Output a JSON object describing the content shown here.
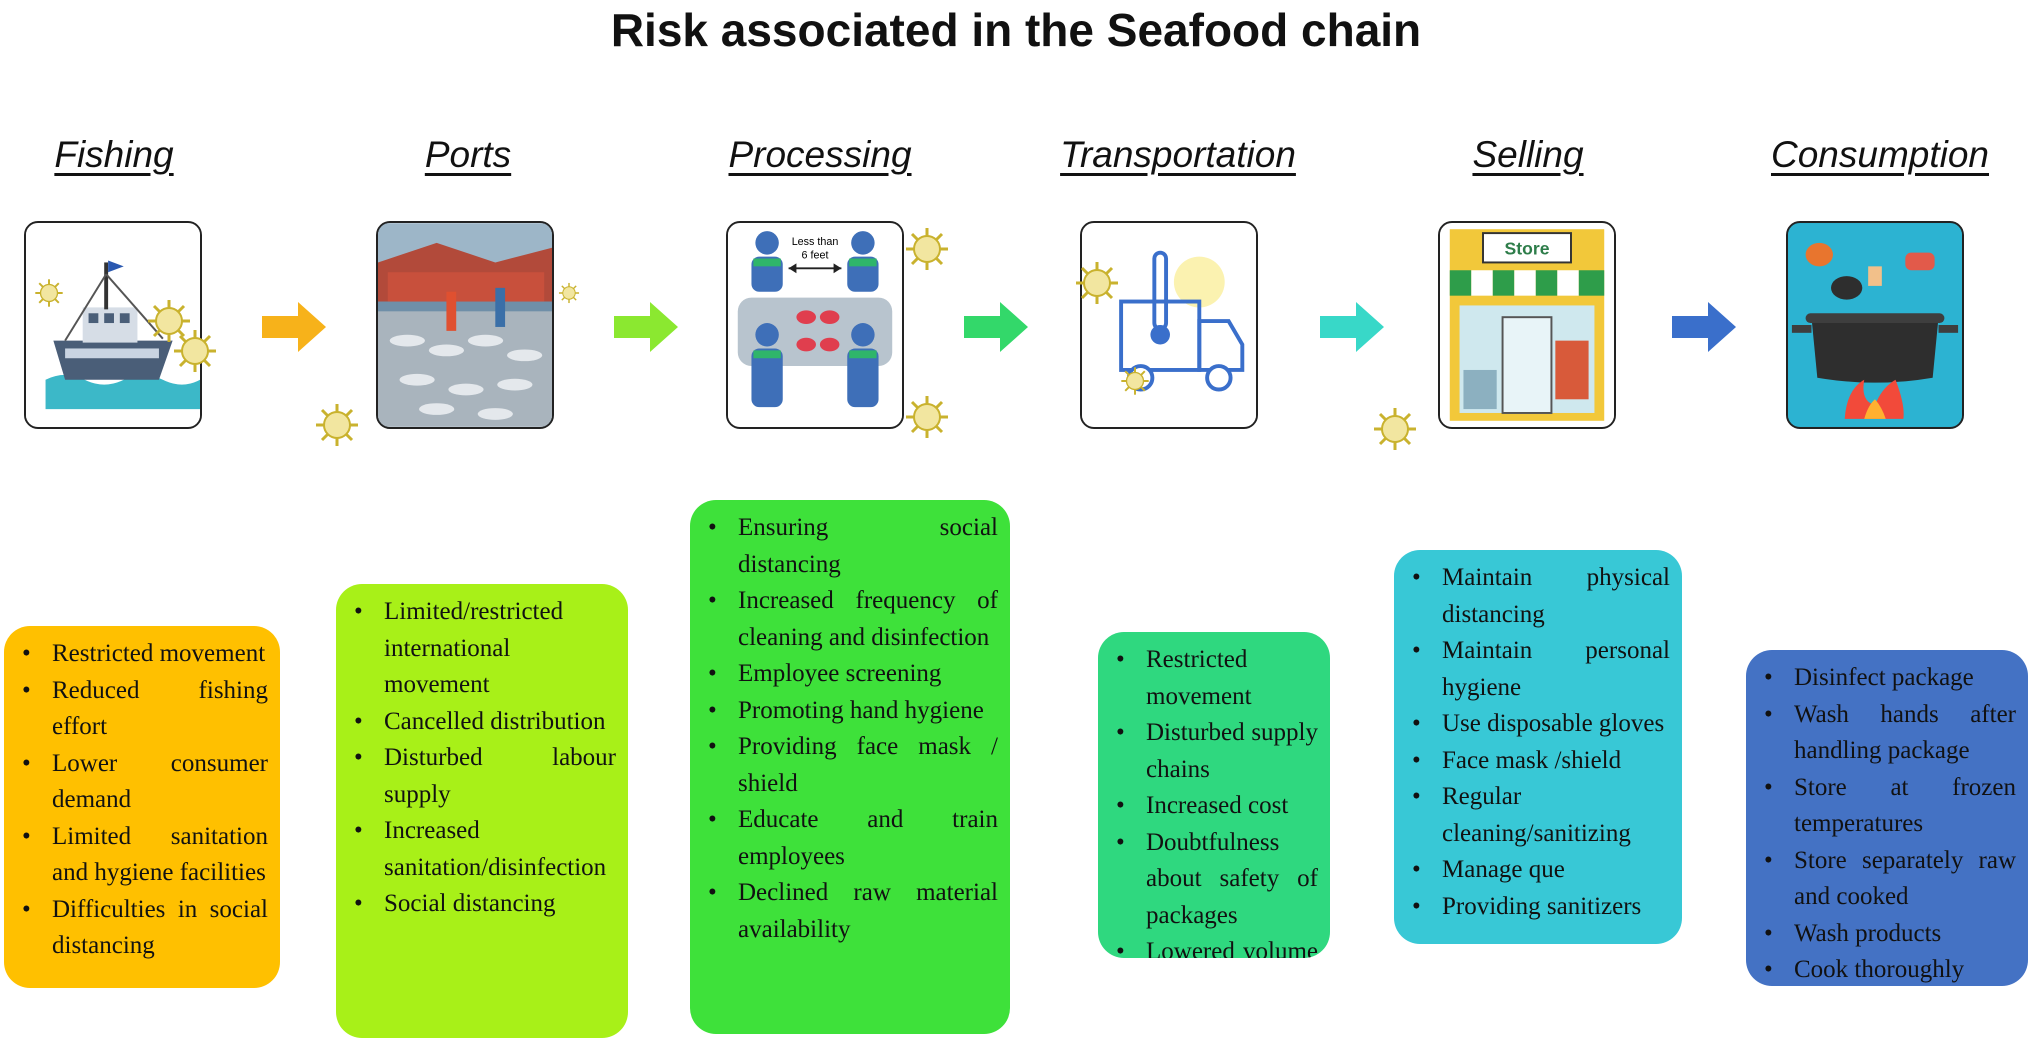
{
  "title": "Risk associated in the Seafood chain",
  "stages": [
    {
      "label": "Fishing",
      "icon": "fishing-boat-icon",
      "arrow_color": "#F7B21A",
      "box_color": "#FFC000",
      "items": [
        "Restricted movement",
        "Reduced fishing effort",
        "Lower consumer demand",
        "Limited sanitation and hygiene facilities",
        "Difficulties in social distancing"
      ]
    },
    {
      "label": "Ports",
      "icon": "port-fish-market-icon",
      "arrow_color": "#8BE830",
      "box_color": "#A8F018",
      "items": [
        "Limited/restricted international movement",
        "Cancelled distribution",
        "Disturbed labour supply",
        "Increased sanitation/disinfection",
        "Social distancing"
      ]
    },
    {
      "label": "Processing",
      "icon": "processing-workers-icon",
      "arrow_color": "#33D86A",
      "box_color": "#3EE13A",
      "icon_text": [
        "Less than",
        "6 feet"
      ],
      "items": [
        "Ensuring social distancing",
        "Increased frequency of cleaning and disinfection",
        "Employee screening",
        "Promoting hand hygiene",
        "Providing face mask / shield",
        "Educate and train employees",
        "Declined raw material availability"
      ]
    },
    {
      "label": "Transportation",
      "icon": "refrigerated-truck-icon",
      "arrow_color": "#38D8C8",
      "box_color": "#2FD87F",
      "items": [
        "Restricted movement",
        "Disturbed supply chains",
        "Increased cost",
        "Doubtfulness about safety of packages",
        "Lowered volume sales"
      ]
    },
    {
      "label": "Selling",
      "icon": "store-icon",
      "arrow_color": "#3A6FCB",
      "box_color": "#38C8D6",
      "icon_text": [
        "Store"
      ],
      "items": [
        "Maintain physical distancing",
        "Maintain personal hygiene",
        "Use disposable gloves",
        "Face mask /shield",
        "Regular cleaning/sanitizing",
        "Manage que",
        "Providing sanitizers"
      ]
    },
    {
      "label": "Consumption",
      "icon": "cooking-pot-icon",
      "box_color": "#4472C4",
      "items": [
        "Disinfect package",
        "Wash hands after handling package",
        "Store at frozen temperatures",
        "Store separately raw and cooked",
        "Wash products",
        "Cook thoroughly"
      ]
    }
  ],
  "virus_icon": "coronavirus-icon",
  "colors": {
    "virus": "#D4C23A",
    "text_dark": "#111111",
    "text_light": "#FFFFFF"
  }
}
